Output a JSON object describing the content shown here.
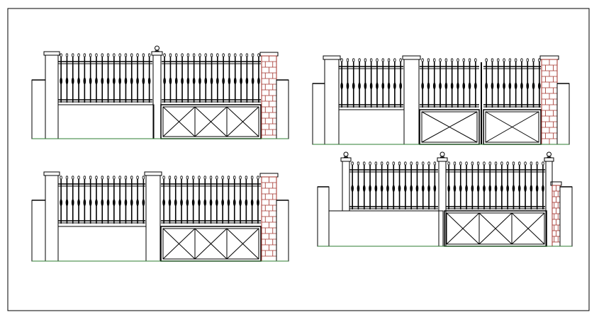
{
  "drawing": {
    "line_color": "#000000",
    "brick_color": "#a0302a",
    "ground_color": "#2e7d32",
    "background": "#ffffff",
    "panels": [
      {
        "id": "elevation-a",
        "fence": "wall-with-railing",
        "gate": "double-leaf-x-brace",
        "pier": "brick-pier"
      },
      {
        "id": "elevation-b",
        "fence": "wall-with-railing",
        "gate": "double-leaf-x-brace",
        "pier": "brick-pier"
      },
      {
        "id": "elevation-c",
        "fence": "wall-with-railing",
        "gate": "triple-panel-x-brace",
        "pier": "brick-pier"
      },
      {
        "id": "elevation-d",
        "fence": "wall-with-railing",
        "gate": "triple-panel-x-brace",
        "pier": "brick-pier"
      }
    ]
  }
}
